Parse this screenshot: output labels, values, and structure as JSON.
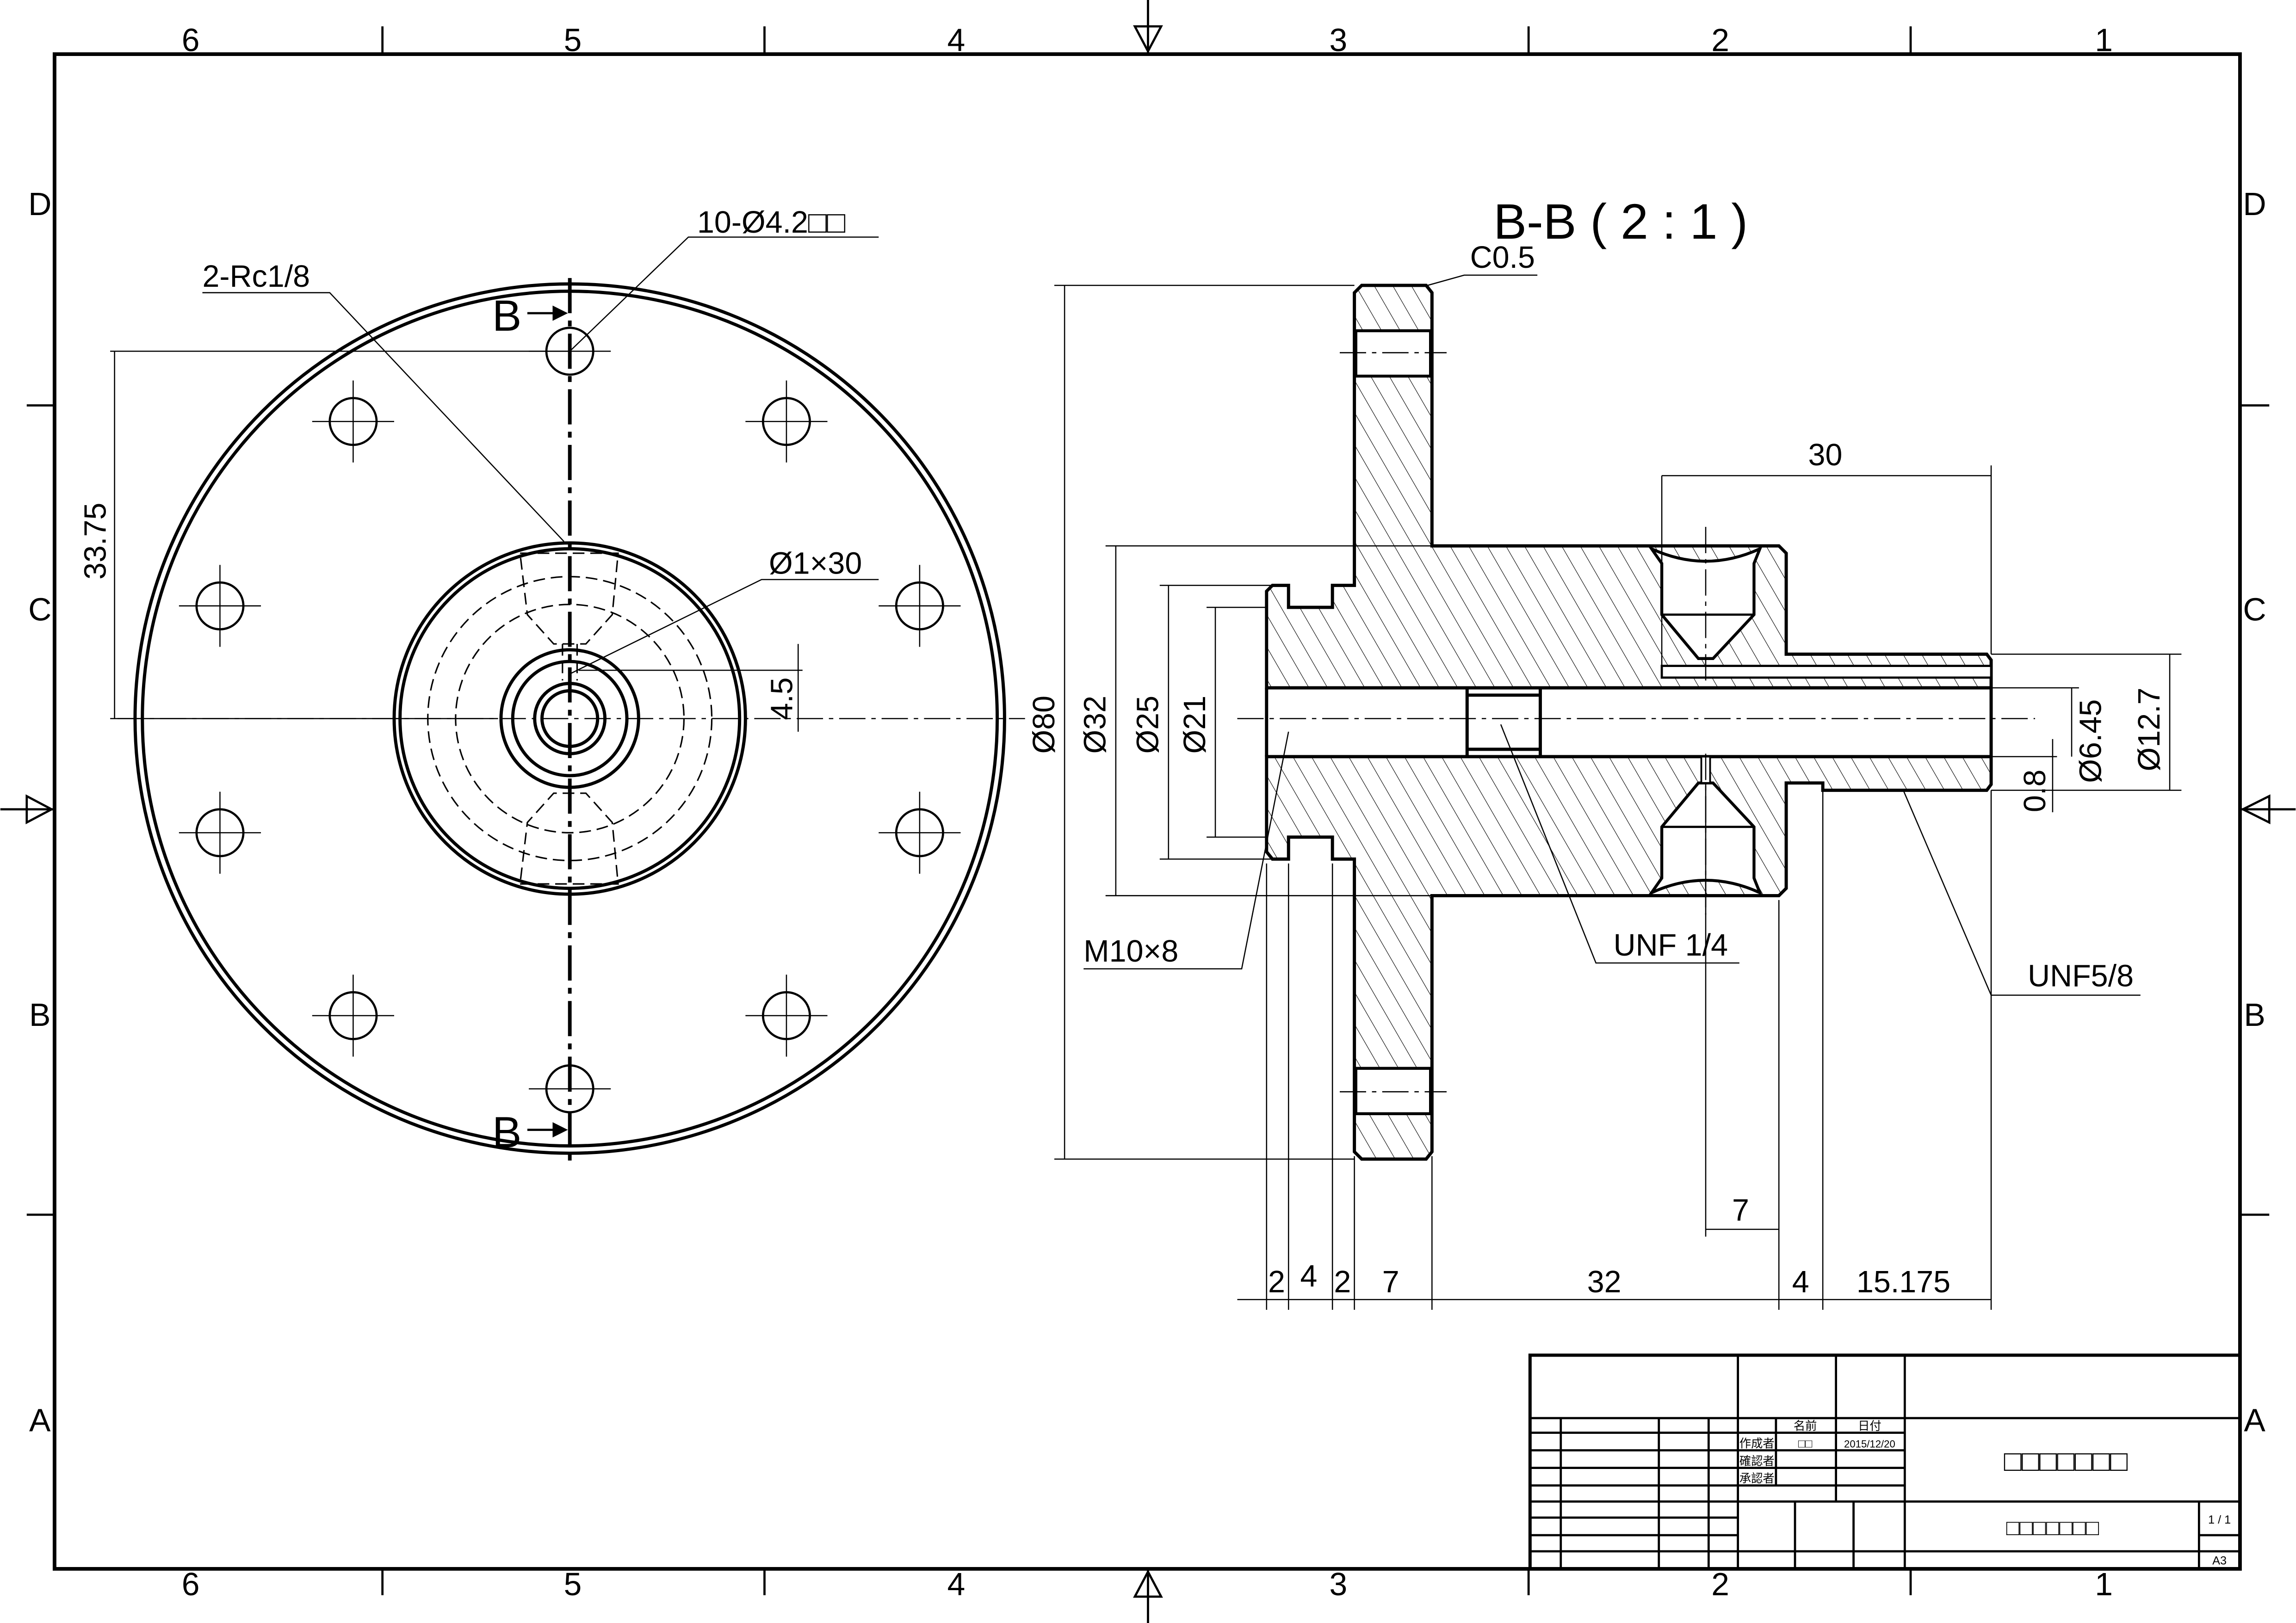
{
  "sheet": {
    "zones_top": [
      "6",
      "5",
      "4",
      "3",
      "2",
      "1"
    ],
    "zones_bottom": [
      "6",
      "5",
      "4",
      "3",
      "2",
      "1"
    ],
    "zones_left": [
      "D",
      "C",
      "B",
      "A"
    ],
    "zones_right": [
      "D",
      "C",
      "B",
      "A"
    ]
  },
  "front_view": {
    "hole_note": "10-Ø4.2□□",
    "pipe_thread_note": "2-Rc1/8",
    "small_hole_note": "Ø1×30",
    "dim_vertical": "33.75",
    "dim_small": "4.5",
    "section_mark_top": "B",
    "section_mark_bottom": "B"
  },
  "section_view": {
    "title": "B-B ( 2 : 1 )",
    "chamfer": "C0.5",
    "dia_80": "Ø80",
    "dia_32": "Ø32",
    "dia_25": "Ø25",
    "dia_21": "Ø21",
    "dia_645": "Ø6.45",
    "dia_127": "Ø12.7",
    "dim_08": "0.8",
    "dim_30": "30",
    "thread_m10": "M10×8",
    "thread_unf14": "UNF 1/4",
    "thread_unf58": "UNF5/8",
    "dim_7_upper": "7",
    "bottom_dims": [
      "2",
      "4",
      "2",
      "7",
      "32",
      "4",
      "15.175"
    ]
  },
  "title_block": {
    "col_name": "名前",
    "col_date": "日付",
    "row_author": "作成者",
    "row_checker": "確認者",
    "row_approver": "承認者",
    "author_name": "□□",
    "author_date": "2015/12/20",
    "drawing_title": "□□□□□□□",
    "drawing_number": "□□□□□□□",
    "sheet": "1 / 1",
    "size": "A3"
  }
}
